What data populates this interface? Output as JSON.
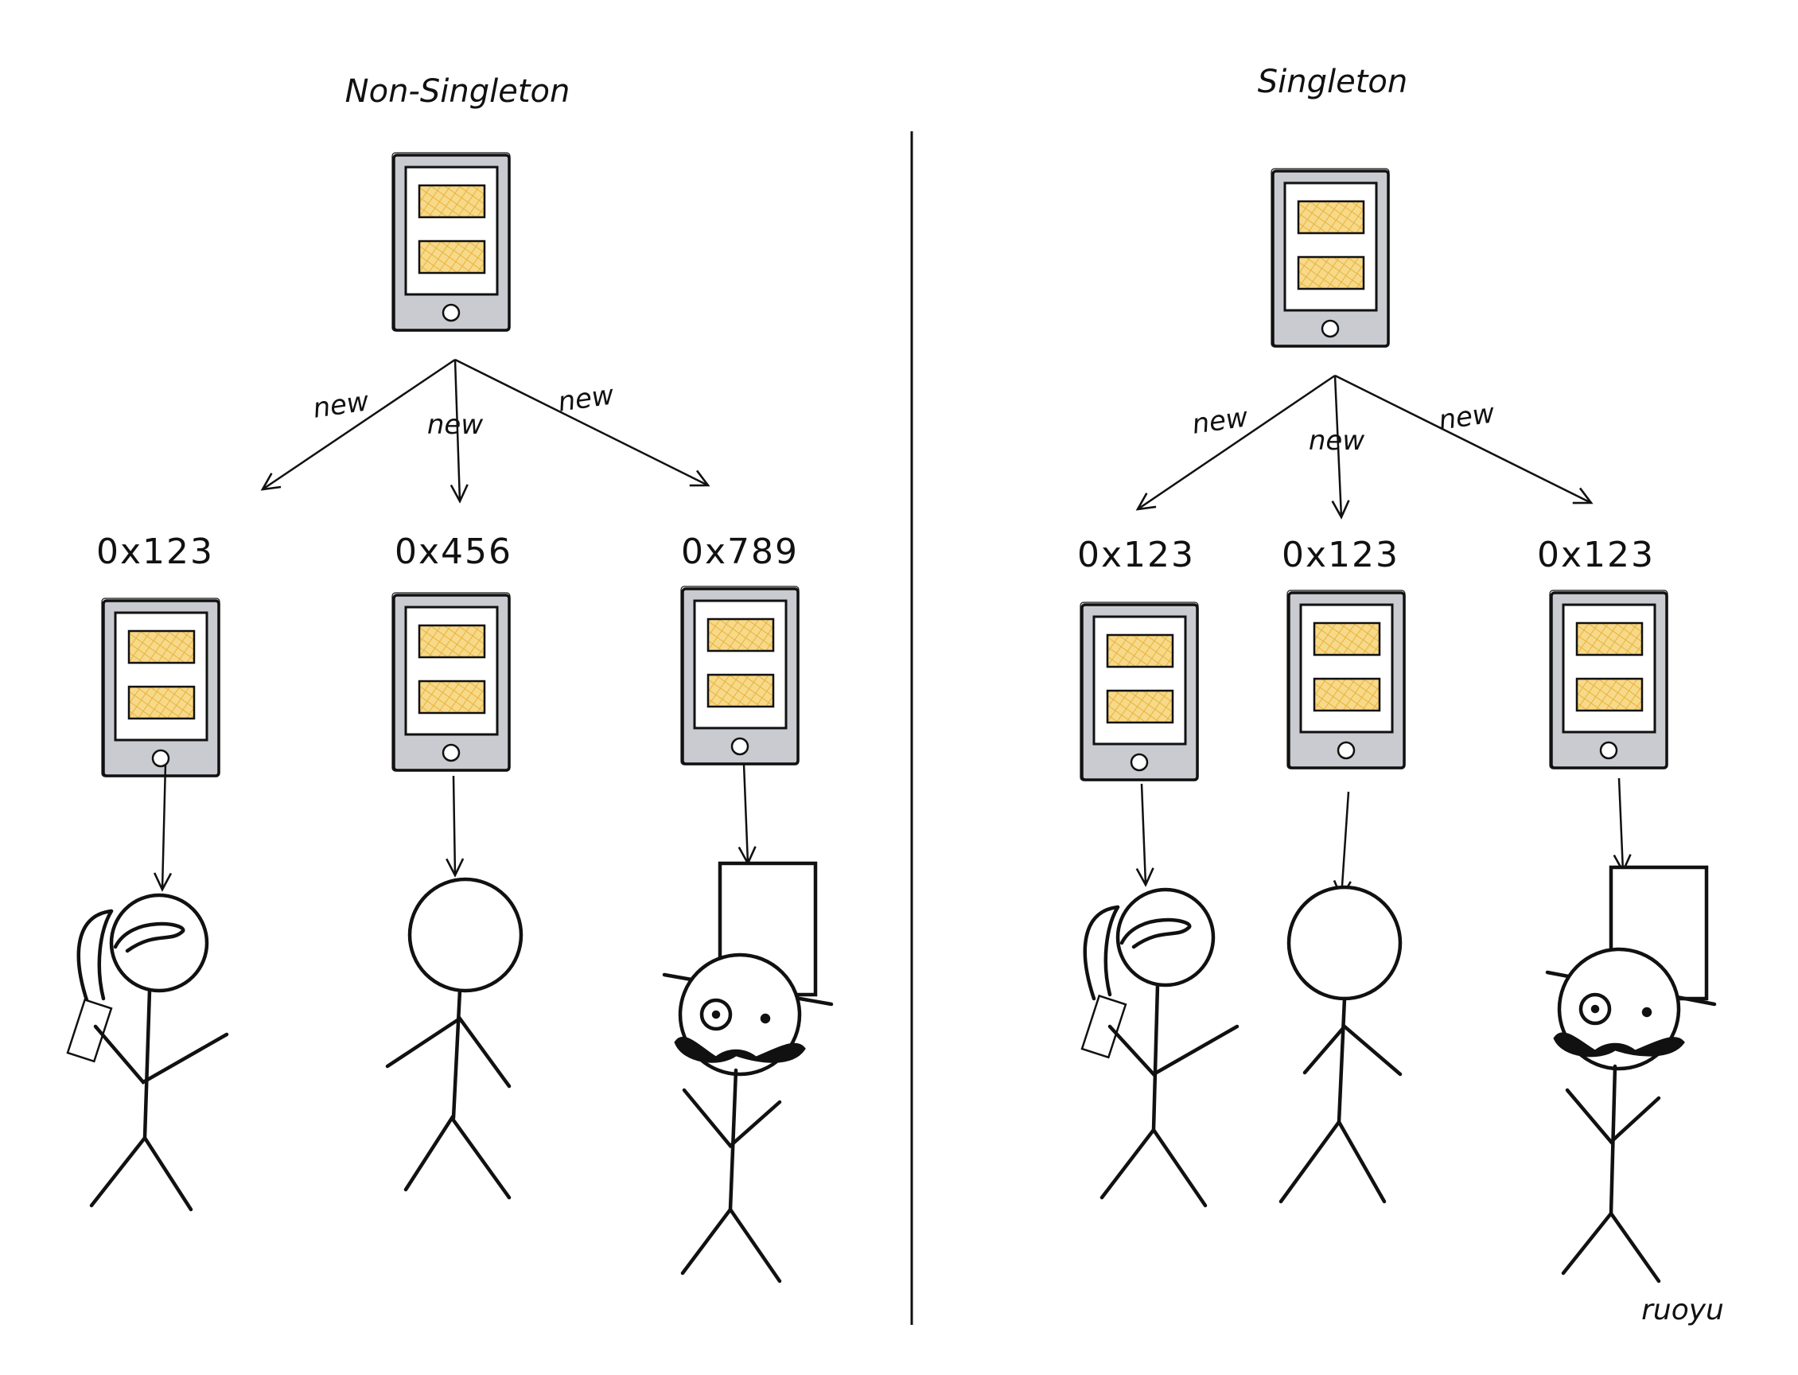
{
  "panels": [
    {
      "title": "Non-Singleton",
      "edge_label": "new",
      "addresses": [
        "0x123",
        "0x456",
        "0x789"
      ],
      "users": [
        "girl-with-phone",
        "plain-stick-figure",
        "gentleman-top-hat"
      ]
    },
    {
      "title": "Singleton",
      "edge_label": "new",
      "addresses": [
        "0x123",
        "0x123",
        "0x123"
      ],
      "users": [
        "girl-with-phone",
        "plain-stick-figure",
        "gentleman-top-hat"
      ]
    }
  ],
  "signature": "ruoyu",
  "colors": {
    "ink": "#111111",
    "device_body": "#c9cbd0",
    "screen": "#ffffff",
    "card_fill": "#f7d98a",
    "card_hatch": "#e8b33a"
  }
}
